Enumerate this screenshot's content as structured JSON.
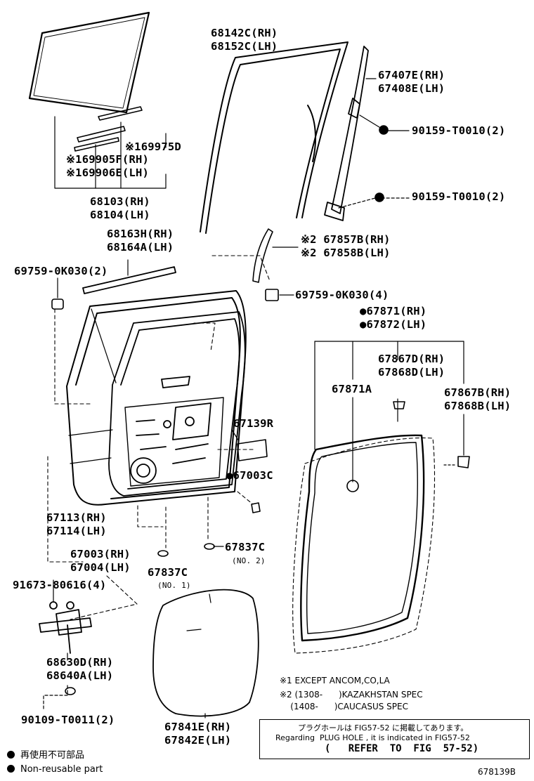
{
  "parts": {
    "glass_rh": "68103(RH)",
    "glass_lh": "68104(LH)",
    "p69975d": "※169975D",
    "p69905f": "※169905F(RH)",
    "p69906e": "※169906E(LH)",
    "run_rh": "68142C(RH)",
    "run_lh": "68152C(LH)",
    "frame_rh": "67407E(RH)",
    "frame_lh": "67408E(LH)",
    "bolt_a": "90159-T0010(2)",
    "bolt_b": "90159-T0010(2)",
    "belt_rh": "68163H(RH)",
    "belt_lh": "68164A(LH)",
    "clip_a": "69759-0K030(2)",
    "cover_rh": "※2 67857B(RH)",
    "cover_lh": "※2 67858B(LH)",
    "clip_b": "69759-0K030(4)",
    "ws1_rh": "●67871(RH)",
    "ws1_lh": "●67872(LH)",
    "ws2_rh": "67867D(RH)",
    "ws2_lh": "67868D(LH)",
    "p67871a": "67871A",
    "ws3_rh": "67867B(RH)",
    "ws3_lh": "67868B(LH)",
    "p67139r": "67139R",
    "p67003c": "●67003C",
    "panel_rh": "67113(RH)",
    "panel_lh": "67114(LH)",
    "door_rh": "67003(RH)",
    "door_lh": "67004(LH)",
    "plug1": "67837C",
    "plug1_note": "(NO. 1)",
    "plug2": "67837C",
    "plug2_note": "(NO. 2)",
    "bolt_c": "91673-80616(4)",
    "check_rh": "68630D(RH)",
    "check_lh": "68640A(LH)",
    "bolt_d": "90109-T0011(2)",
    "film_rh": "67841E(RH)",
    "film_lh": "67842E(LH)"
  },
  "notes": {
    "n1": "※1 EXCEPT  ANCOM,CO,LA",
    "n2": "※2 (1308-      )KAZAKHSTAN SPEC",
    "n3": "    (1408-      )CAUCASUS SPEC"
  },
  "box": {
    "line1": "プラグホールは FIG57-52 に掲載してあります。",
    "line2": "Regarding  PLUG HOLE , it is indicated in FIG57-52",
    "line3": "(   REFER  TO  FIG  57-52)"
  },
  "legend": {
    "jp": "再使用不可部品",
    "en": "Non-reusable part"
  },
  "figure_id": "678139B"
}
